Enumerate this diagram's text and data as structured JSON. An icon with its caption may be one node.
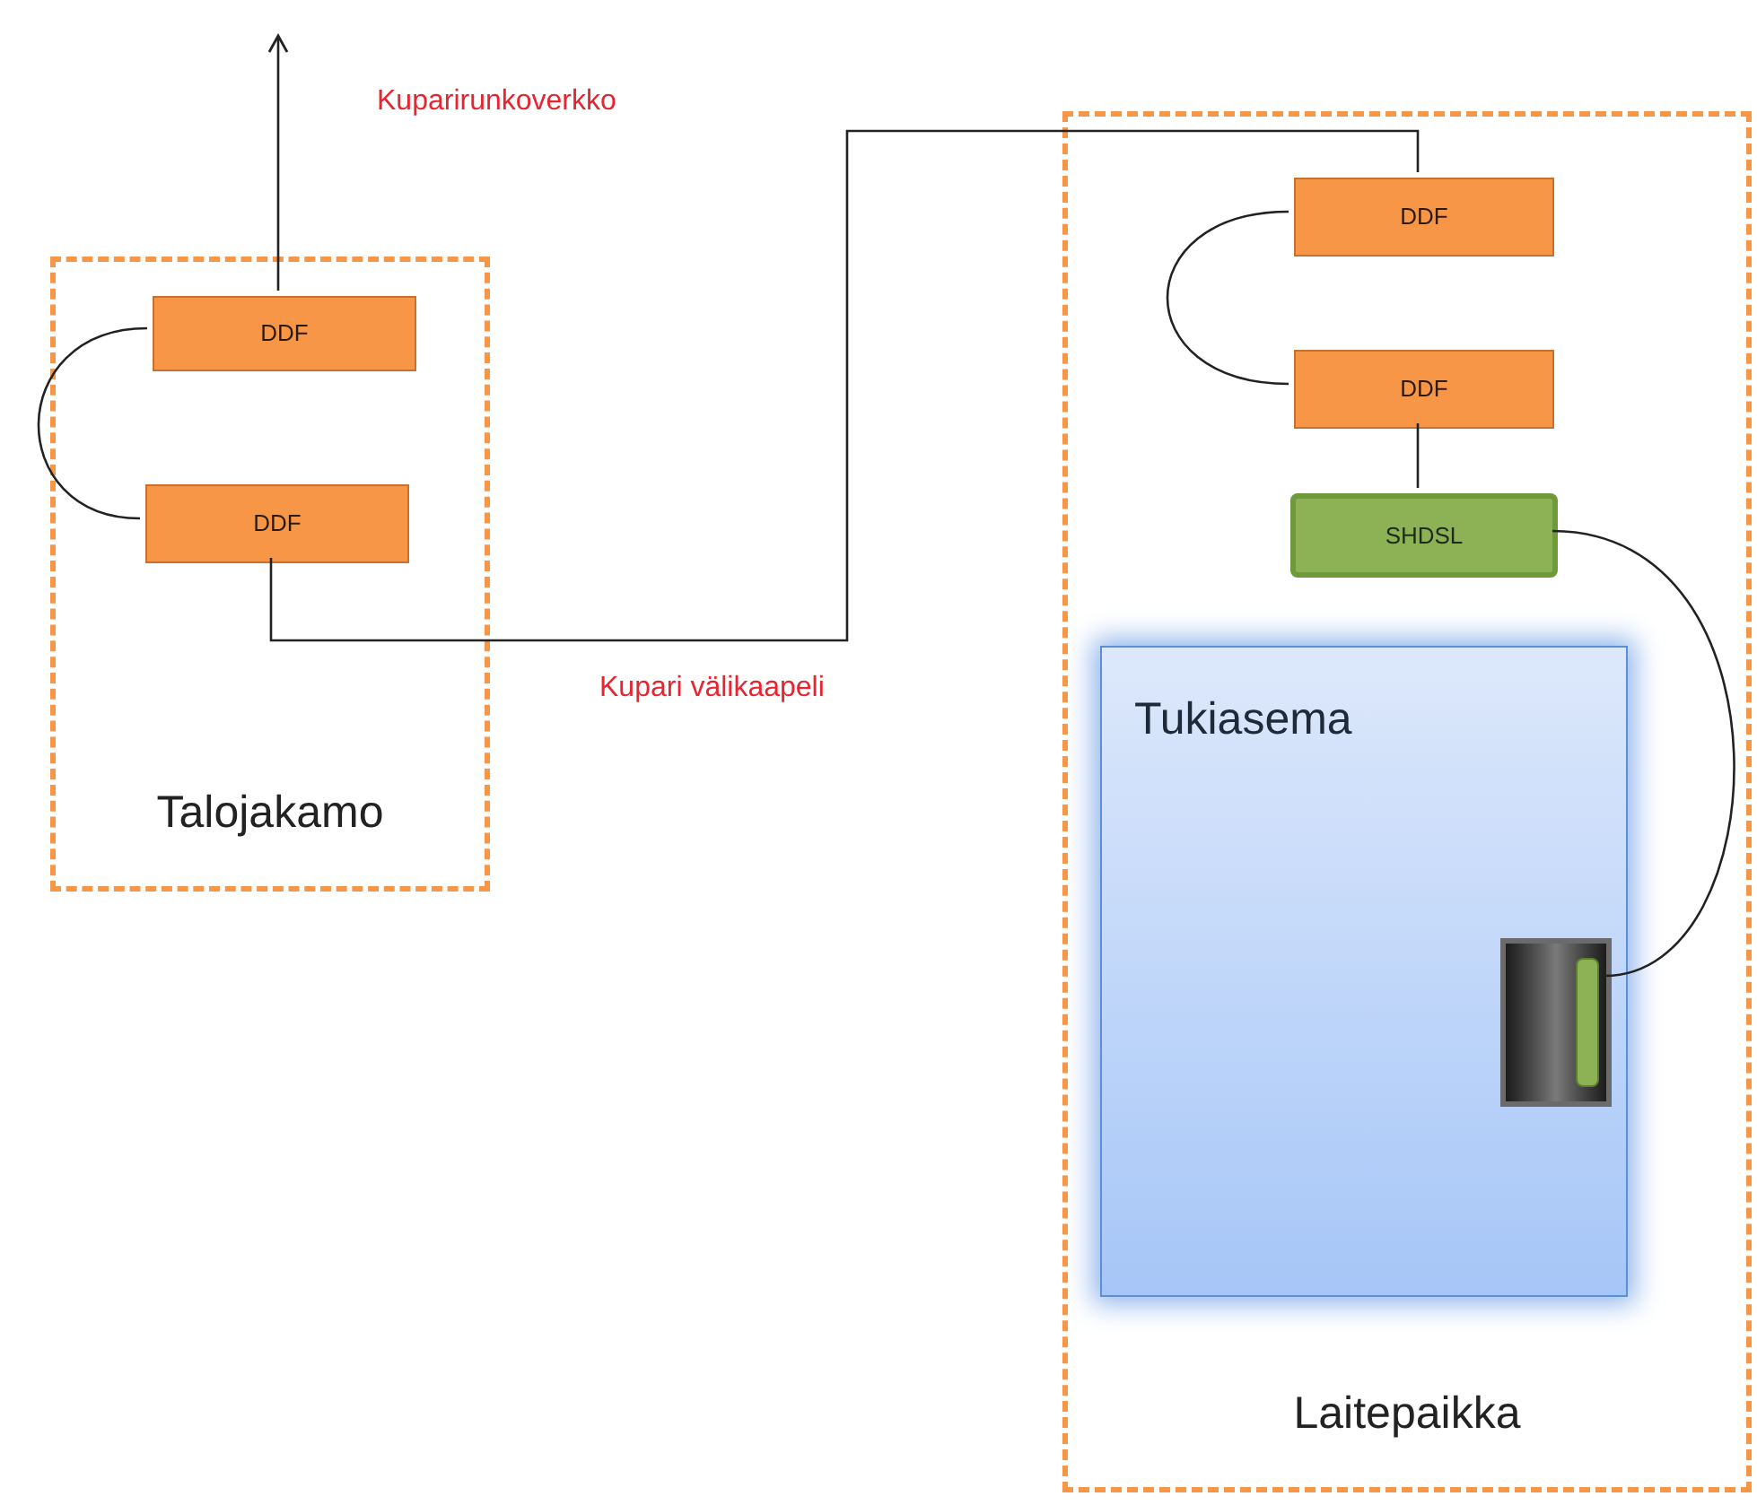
{
  "diagram": {
    "nodes": [
      {
        "text": [
          "Talojakamo"
        ]
      },
      {
        "text": [
          "DDF"
        ],
        "in": 0
      },
      {
        "text": [
          "DDF"
        ],
        "in": 0
      },
      {
        "text": [
          "Laitepaikka"
        ]
      },
      {
        "text": [
          "DDF"
        ],
        "in": 3
      },
      {
        "text": [
          "DDF"
        ],
        "in": 3
      },
      {
        "text": [
          "SHDSL"
        ],
        "in": 3
      },
      {
        "text": [
          "Tukiasema"
        ],
        "in": 3
      },
      {
        "text": [],
        "shape": "box",
        "in": 7
      }
    ],
    "edges": [
      {
        "from": 1,
        "to": null,
        "arrow": "to",
        "label": "Kuparirunkoverkko"
      },
      {
        "from": 1,
        "to": 2,
        "arrow": "none"
      },
      {
        "from": 2,
        "to": 4,
        "arrow": "none",
        "label": "Kupari välikaapeli"
      },
      {
        "from": 4,
        "to": 5,
        "arrow": "none"
      },
      {
        "from": 5,
        "to": 6,
        "arrow": "none"
      },
      {
        "from": 6,
        "to": 8,
        "arrow": "none"
      }
    ]
  }
}
